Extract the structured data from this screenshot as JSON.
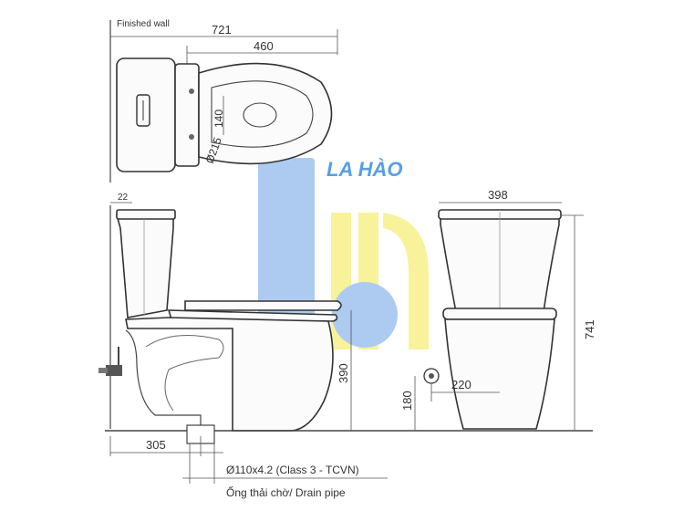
{
  "labels": {
    "finished_wall": "Finished wall",
    "dim_721": "721",
    "dim_460": "460",
    "dim_140": "140",
    "dim_215": "Ø215",
    "dim_22": "22",
    "dim_398": "398",
    "dim_741": "741",
    "dim_390": "390",
    "dim_220": "220",
    "dim_180": "180",
    "dim_305": "305",
    "pipe_spec": "Ø110x4.2 (Class 3 - TCVN)",
    "pipe_label": "Ống thải chờ/ Drain pipe"
  },
  "watermark": {
    "brand_text": "LA HÀO",
    "colors": {
      "blue": "#9fc3ee",
      "blue_text": "#3a8fe0",
      "yellow": "#f7f08a"
    }
  }
}
